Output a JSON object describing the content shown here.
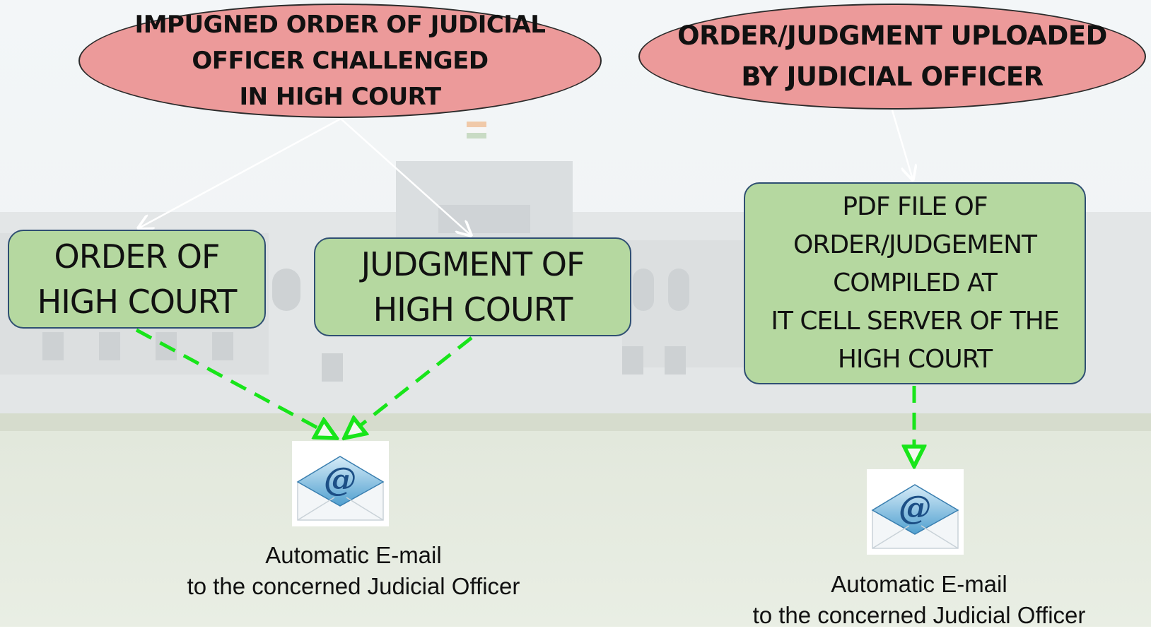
{
  "left_flow": {
    "header": [
      "IMPUGNED ORDER OF JUDICIAL",
      "OFFICER CHALLENGED",
      "IN HIGH COURT"
    ],
    "order_box": [
      "ORDER OF",
      "HIGH COURT"
    ],
    "judgment_box": [
      "JUDGMENT OF",
      "HIGH COURT"
    ],
    "email_caption": [
      "Automatic E-mail",
      "to the concerned Judicial Officer"
    ]
  },
  "right_flow": {
    "header": [
      "ORDER/JUDGMENT UPLOADED",
      "BY JUDICIAL OFFICER"
    ],
    "pdf_box": [
      "PDF FILE OF",
      "ORDER/JUDGEMENT",
      "COMPILED AT",
      "IT CELL SERVER OF THE",
      "HIGH COURT"
    ],
    "email_caption": [
      "Automatic E-mail",
      "to the concerned Judicial Officer"
    ]
  },
  "icons": {
    "email": "email-at-envelope-icon"
  },
  "colors": {
    "header_fill": "#ec9a9a",
    "box_fill": "#b5d8a0",
    "box_border": "#2f4f72",
    "white_arrow": "#ffffff",
    "dashed_arrow": "#18e51a"
  }
}
